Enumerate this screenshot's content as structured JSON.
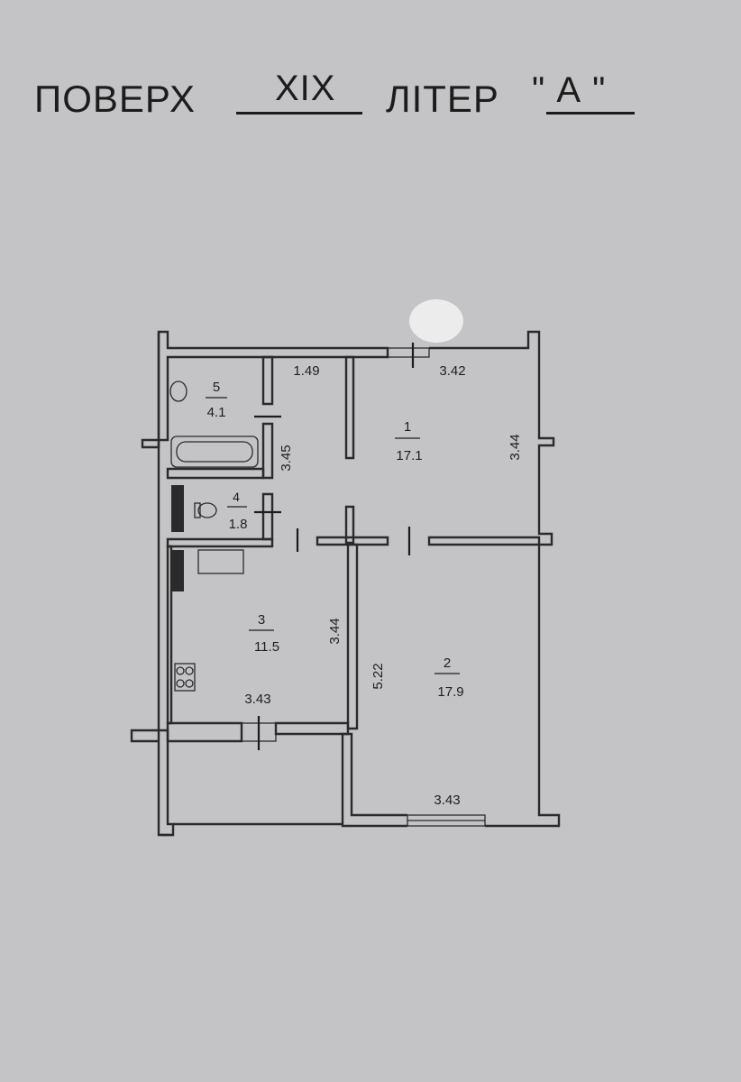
{
  "header": {
    "floor_label": "ПОВЕРХ",
    "floor_value": "XIX",
    "letter_label": "ЛІТЕР",
    "letter_value": "\" А \""
  },
  "rooms": [
    {
      "number": "1",
      "area": "17.1"
    },
    {
      "number": "2",
      "area": "17.9"
    },
    {
      "number": "3",
      "area": "11.5"
    },
    {
      "number": "4",
      "area": "1.8"
    },
    {
      "number": "5",
      "area": "4.1"
    }
  ],
  "dimensions": {
    "corridor_width": "1.49",
    "room1_width": "3.42",
    "room1_depth": "3.44",
    "corridor_length": "3.45",
    "kitchen_depth": "3.44",
    "kitchen_width": "3.43",
    "room2_depth": "5.22",
    "room2_width": "3.43"
  }
}
